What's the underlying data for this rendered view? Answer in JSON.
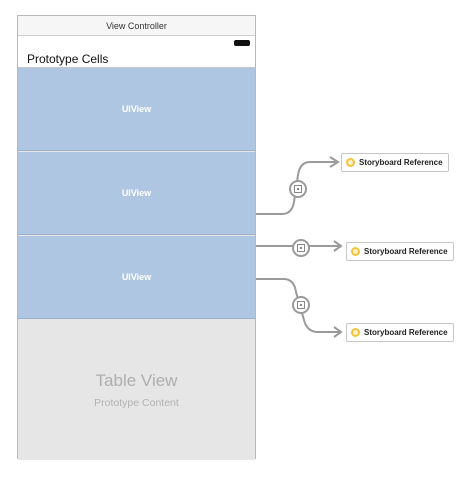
{
  "scene": {
    "title": "View Controller",
    "nav_title": "Prototype Cells",
    "cells": [
      {
        "label": "UIView"
      },
      {
        "label": "UIView"
      },
      {
        "label": "UIView"
      }
    ],
    "table_view": {
      "title": "Table View",
      "subtitle": "Prototype Content"
    }
  },
  "storyboard_references": [
    {
      "label": "Storyboard Reference"
    },
    {
      "label": "Storyboard Reference"
    },
    {
      "label": "Storyboard Reference"
    }
  ],
  "colors": {
    "cell_fill": "#afc6e3",
    "table_background": "#e6e6e6",
    "reference_icon": "#f7c33f",
    "segue_line": "#9a9a9a"
  }
}
